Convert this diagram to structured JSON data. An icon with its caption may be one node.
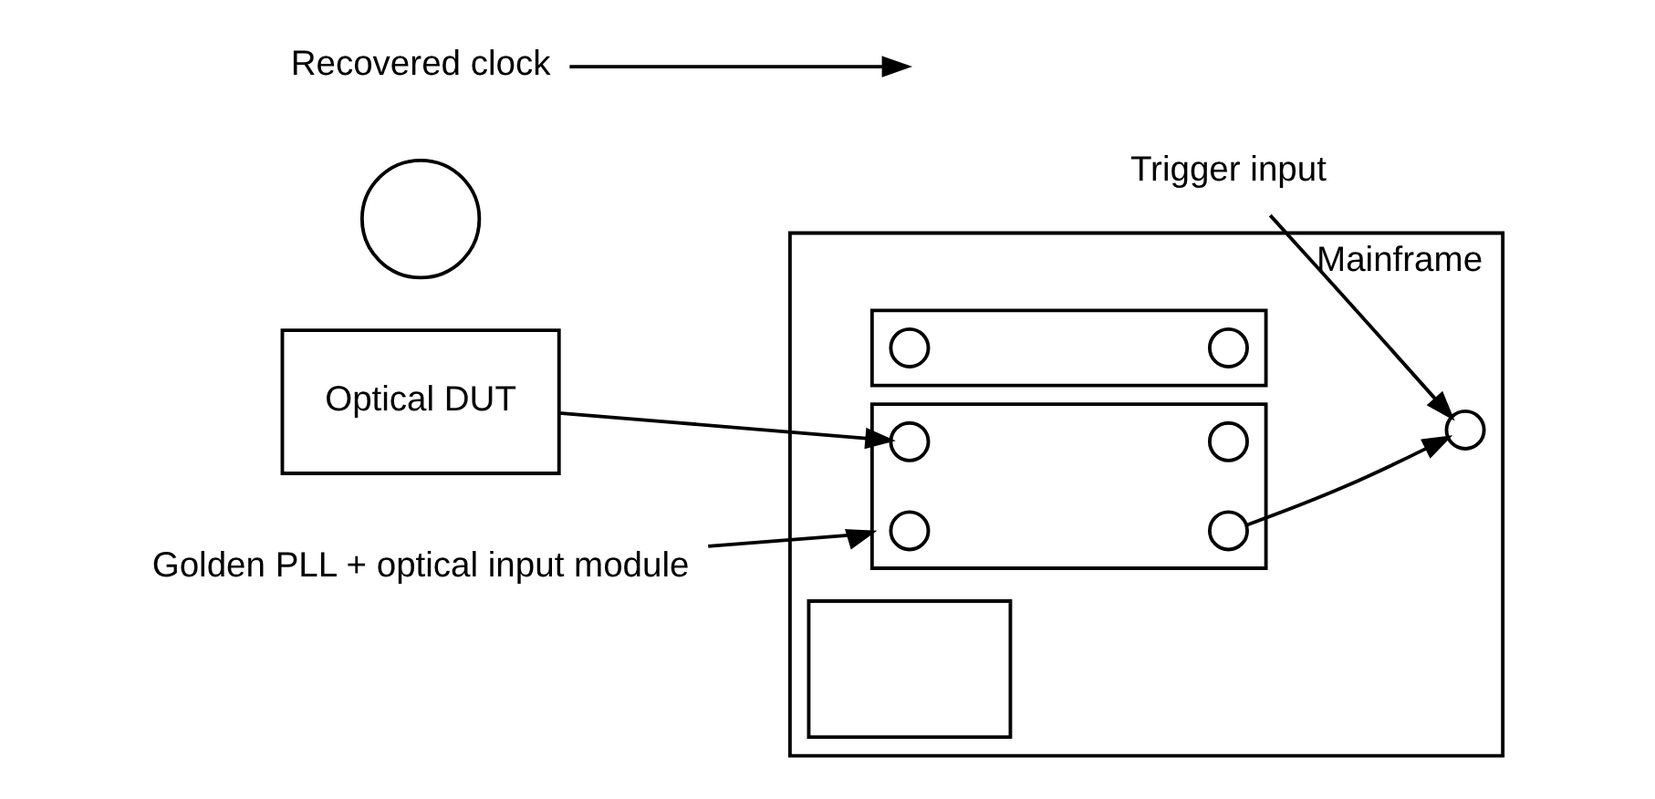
{
  "diagram": {
    "nodes": [
      {
        "text": [
          "Mainframe"
        ]
      },
      {
        "text": [],
        "shape": "box",
        "in": 0
      },
      {
        "text": [],
        "shape": "circle",
        "in": 0
      },
      {
        "text": [],
        "shape": "box",
        "in": 0
      },
      {
        "text": [],
        "shape": "circle",
        "in": 3
      },
      {
        "text": [],
        "shape": "circle",
        "in": 3
      },
      {
        "text": [],
        "shape": "box",
        "in": 0
      },
      {
        "text": [],
        "shape": "circle",
        "in": 6
      },
      {
        "text": [],
        "shape": "circle",
        "in": 6
      },
      {
        "text": [],
        "shape": "circle",
        "in": 6
      },
      {
        "text": [],
        "shape": "circle",
        "in": 6
      },
      {
        "text": [
          "Trigger input"
        ]
      },
      {
        "text": [
          "Optical DUT"
        ]
      },
      {
        "text": [],
        "shape": "circle"
      },
      {
        "text": [
          "Recovered clock"
        ]
      },
      {
        "text": [
          "Golden PLL + optical input module"
        ]
      }
    ],
    "edges": [
      {
        "from": 12,
        "to": 9,
        "arrow": "to"
      },
      {
        "from": 8,
        "to": 2,
        "arrow": "to"
      },
      {
        "from": 11,
        "to": 2,
        "arrow": "to"
      },
      {
        "from": 14,
        "to": null,
        "arrow": "to"
      },
      {
        "from": 15,
        "to": 6,
        "arrow": "to"
      }
    ]
  }
}
